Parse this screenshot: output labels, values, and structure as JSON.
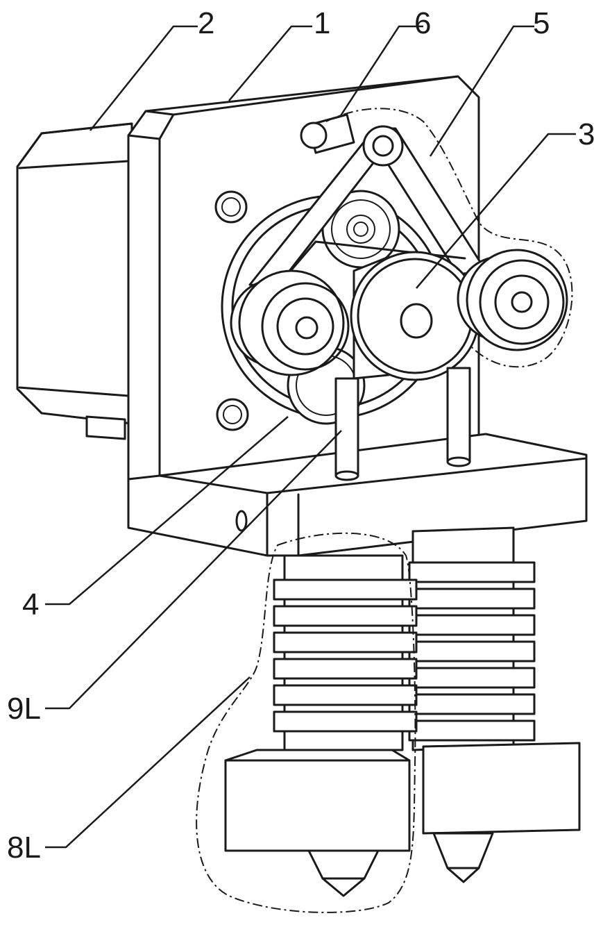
{
  "figure": {
    "labels": [
      {
        "id": "motor",
        "text": "2"
      },
      {
        "id": "mounting-plate",
        "text": "1"
      },
      {
        "id": "lever-arm",
        "text": "6"
      },
      {
        "id": "tension-frame",
        "text": "5"
      },
      {
        "id": "drive-gear",
        "text": "3"
      },
      {
        "id": "gear-housing",
        "text": "4"
      },
      {
        "id": "feed-tube",
        "text": "9L"
      },
      {
        "id": "hotend-assembly",
        "text": "8L"
      }
    ],
    "line_color": "#1a1a1a",
    "background_color": "#ffffff"
  }
}
